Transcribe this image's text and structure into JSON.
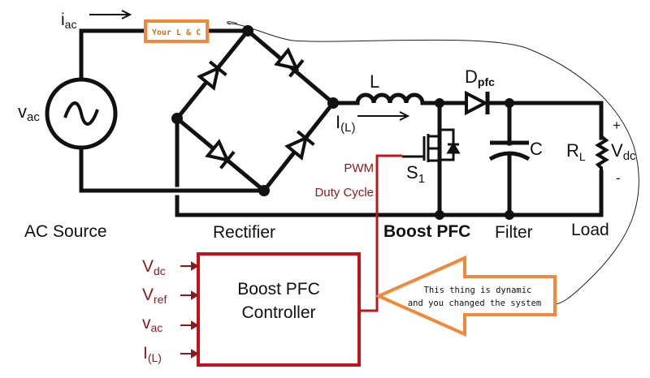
{
  "labels": {
    "iac": "i",
    "iac_sub": "ac",
    "vac": "v",
    "vac_sub": "ac",
    "your_lc": "Your L & C",
    "inductor": "L",
    "dpfc": "D",
    "dpfc_sub": "pfc",
    "il": "I",
    "il_sub": "(L)",
    "switch": "S",
    "switch_sub": "1",
    "cap": "C",
    "rl": "R",
    "rl_sub": "L",
    "vdc": "V",
    "vdc_sub": "dc",
    "plus": "+",
    "minus": "-",
    "pwm": "PWM",
    "duty": "Duty Cycle",
    "ac_source": "AC Source",
    "rectifier": "Rectifier",
    "boost_pfc": "Boost PFC",
    "filter": "Filter",
    "load": "Load"
  },
  "controller": {
    "title_line1": "Boost PFC",
    "title_line2": "Controller",
    "inputs": [
      {
        "main": "V",
        "sub": "dc"
      },
      {
        "main": "V",
        "sub": "ref"
      },
      {
        "main": "v",
        "sub": "ac"
      },
      {
        "main": "I",
        "sub": "(L)"
      }
    ]
  },
  "annotation": {
    "line1": "This thing is dynamic",
    "line2": "and you changed the system"
  },
  "colors": {
    "wire": "#111111",
    "control": "#c0141c",
    "annotation": "#f0893a",
    "control_text": "#8b1a1a"
  }
}
